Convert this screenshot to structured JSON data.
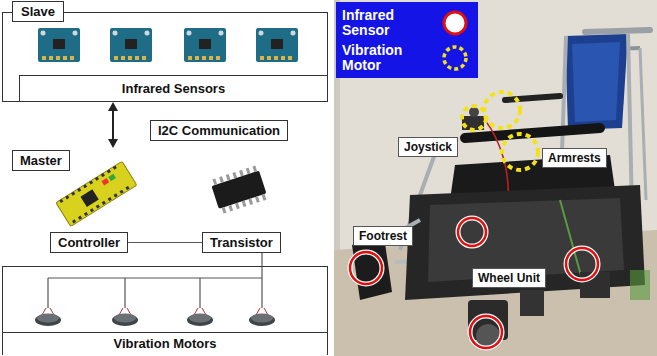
{
  "diagram": {
    "nodes": [
      {
        "text": [
          "Slave",
          "Infrared Sensors"
        ]
      },
      {
        "text": [
          "I2C Communication"
        ]
      },
      {
        "text": [
          "Master"
        ]
      },
      {
        "text": [
          "Controller"
        ]
      },
      {
        "text": [
          "Transistor"
        ]
      },
      {
        "text": [
          "Vibration Motors"
        ]
      },
      {
        "text": [
          "Joystick"
        ]
      },
      {
        "text": [
          "Armrests"
        ]
      },
      {
        "text": [
          "Footrest"
        ]
      },
      {
        "text": [
          "Wheel Unit"
        ]
      }
    ],
    "edges": [
      {
        "from": 0,
        "to": 2,
        "arrow": "both"
      },
      {
        "from": 3,
        "to": 4,
        "arrow": "none"
      },
      {
        "from": 4,
        "to": 5,
        "arrow": "none"
      }
    ],
    "legend": [
      {
        "text": "Infrared Sensor"
      },
      {
        "text": "Vibration Motor"
      }
    ]
  }
}
